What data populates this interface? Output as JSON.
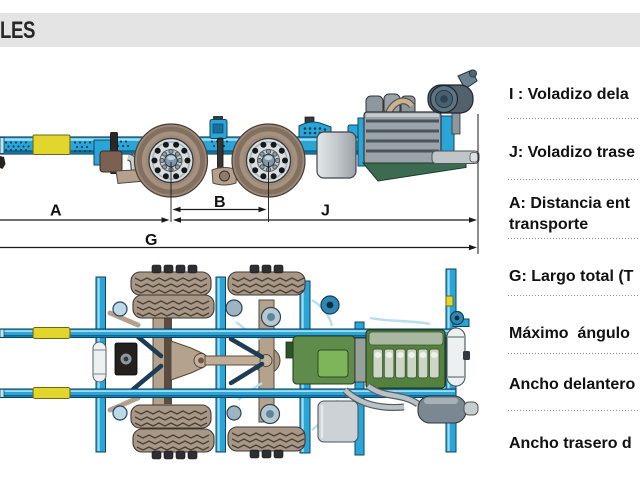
{
  "title": {
    "text": "LES"
  },
  "legend": {
    "items": [
      {
        "label": "I : Voladizo dela",
        "line2": ""
      },
      {
        "label": "J: Voladizo trase",
        "line2": ""
      },
      {
        "label": "A: Distancia ent",
        "line2": "transporte"
      },
      {
        "label": "G: Largo total (T",
        "line2": ""
      },
      {
        "label": "Máximo  ángulo",
        "line2": ""
      },
      {
        "label": "Ancho delantero",
        "line2": ""
      },
      {
        "label": "Ancho trasero d",
        "line2": ""
      }
    ]
  },
  "dimensions": {
    "a": "A",
    "b": "B",
    "j": "J",
    "g": "G"
  },
  "colors": {
    "title_band": "#e4e4e4",
    "chassis_blue": "#2aa5d8",
    "chassis_blue_dark": "#0d4663",
    "marker_yellow": "#e2d52c",
    "tire_taupe": "#9c8878",
    "engine_green": "#55813f",
    "dimension_black": "#1a1a1a"
  }
}
